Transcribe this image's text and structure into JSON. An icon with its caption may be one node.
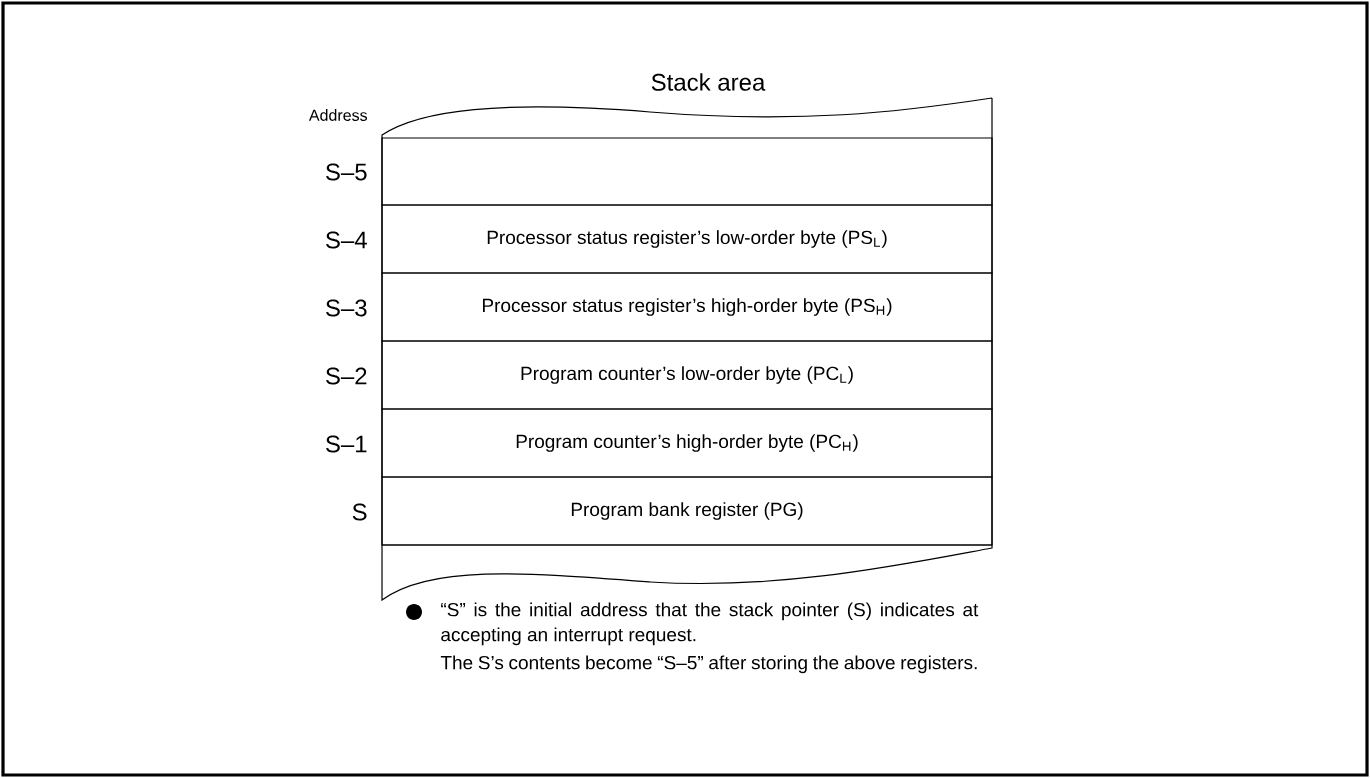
{
  "diagram": {
    "nodes": [
      {
        "text": [
          "Stack area"
        ]
      },
      {
        "text": [],
        "shape": "box",
        "in": 0
      },
      {
        "text": [
          "Processor status register’s low-order byte (PS$_{L}$)"
        ],
        "in": 0
      },
      {
        "text": [
          "Processor status register’s high-order byte (PS$_{H}$)"
        ],
        "in": 0
      },
      {
        "text": [
          "Program counter’s low-order byte (PC$_{L}$)"
        ],
        "in": 0
      },
      {
        "text": [
          "Program counter’s high-order byte (PC$_{H}$)"
        ],
        "in": 0
      },
      {
        "text": [
          "Program bank register (PG)"
        ],
        "in": 0
      }
    ],
    "labels": [
      "Address",
      "S–5",
      "S–4",
      "S–3",
      "S–2",
      "S–1",
      "S",
      "“S” is the initial address that the stack pointer (S) indicates at accepting an interrupt request.",
      "The S’s contents become “S–5” after storing the above registers."
    ]
  }
}
